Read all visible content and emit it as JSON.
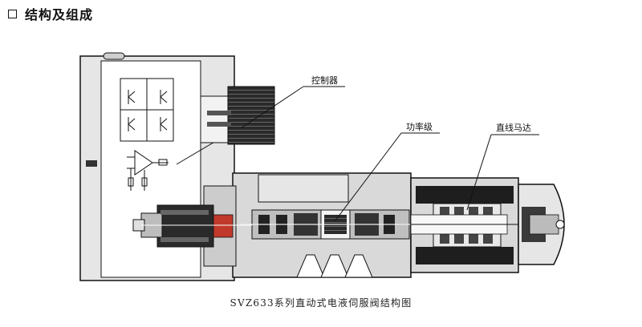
{
  "section": {
    "marker_icon": "square-outline-icon",
    "title": "结构及组成"
  },
  "labels": {
    "controller": "控制器",
    "power_stage": "功率级",
    "linear_motor": "直线马达"
  },
  "caption": "SVZ633系列直动式电液伺服阀结构图",
  "colors": {
    "outline": "#111111",
    "housing_fill": "#d9d9d9",
    "dark_part": "#1a1a1a",
    "accent_red": "#c0392b"
  }
}
